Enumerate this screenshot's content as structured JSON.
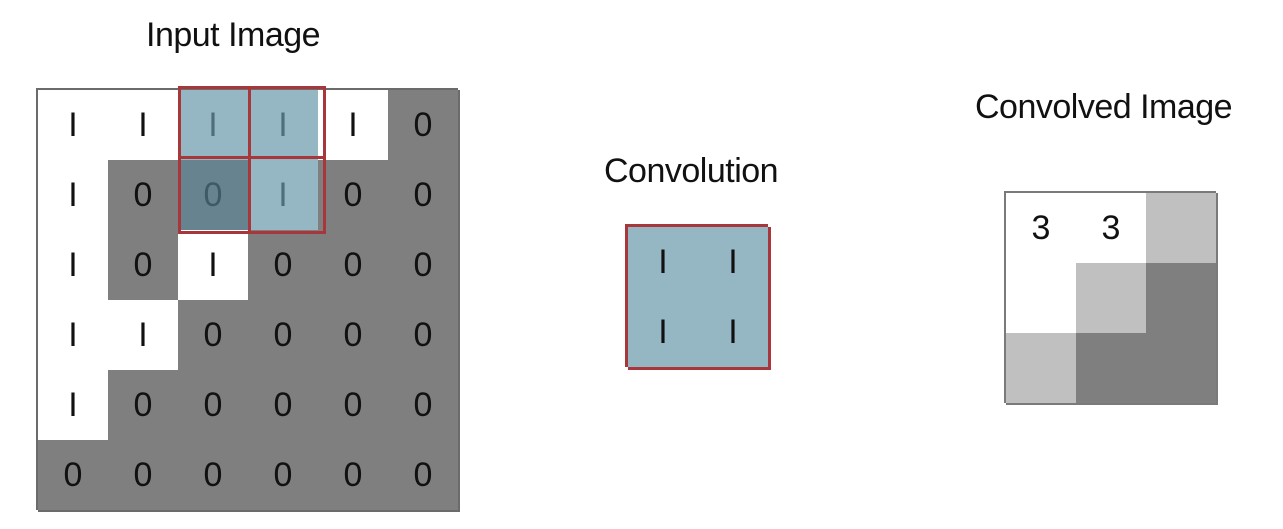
{
  "input_image": {
    "title": "Input Image",
    "cells": [
      [
        "I",
        "I",
        "I",
        "I",
        "I",
        "0"
      ],
      [
        "I",
        "0",
        "0",
        "I",
        "0",
        "0"
      ],
      [
        "I",
        "0",
        "I",
        "0",
        "0",
        "0"
      ],
      [
        "I",
        "I",
        "0",
        "0",
        "0",
        "0"
      ],
      [
        "I",
        "0",
        "0",
        "0",
        "0",
        "0"
      ],
      [
        "0",
        "0",
        "0",
        "0",
        "0",
        "0"
      ]
    ],
    "shading": [
      [
        "white",
        "white",
        "hl-light",
        "hl-light",
        "white",
        "gray"
      ],
      [
        "white",
        "gray",
        "hl-dark",
        "hl-light",
        "gray",
        "gray"
      ],
      [
        "white",
        "gray",
        "white",
        "gray",
        "gray",
        "gray"
      ],
      [
        "white",
        "white",
        "gray",
        "gray",
        "gray",
        "gray"
      ],
      [
        "white",
        "gray",
        "gray",
        "gray",
        "gray",
        "gray"
      ],
      [
        "gray",
        "gray",
        "gray",
        "gray",
        "gray",
        "gray"
      ]
    ]
  },
  "convolution": {
    "title": "Convolution",
    "cells": [
      [
        "I",
        "I"
      ],
      [
        "I",
        "I"
      ]
    ]
  },
  "convolved_image": {
    "title": "Convolved Image",
    "cells": [
      [
        "3",
        "3",
        ""
      ],
      [
        "",
        "",
        ""
      ],
      [
        "",
        "",
        ""
      ]
    ],
    "shading": [
      [
        "out-white",
        "out-white",
        "out-light"
      ],
      [
        "out-white",
        "out-light",
        "out-dark"
      ],
      [
        "out-light",
        "out-dark",
        "out-dark"
      ]
    ]
  },
  "colors": {
    "highlight_border": "#a8373c",
    "highlight_fill": "#95b6c3",
    "zero_cell": "#7f7f7f",
    "light_cell": "#c0c0c0"
  }
}
